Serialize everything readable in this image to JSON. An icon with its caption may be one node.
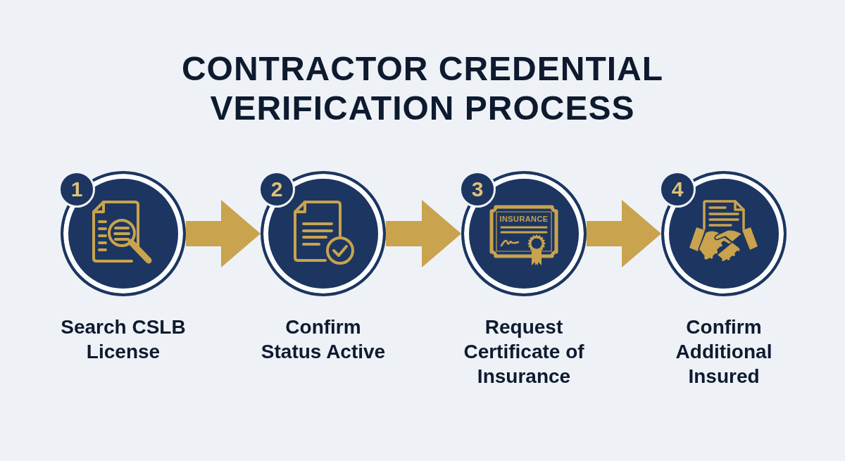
{
  "diagram": {
    "title": "CONTRACTOR CREDENTIAL VERIFICATION PROCESS",
    "nodes": [
      {
        "text": [
          "1",
          "Search CSLB License"
        ]
      },
      {
        "text": [
          "2",
          "Confirm Status Active"
        ]
      },
      {
        "text": [
          "3",
          "Request Certificate of Insurance"
        ]
      },
      {
        "text": [
          "4",
          "Confirm Additional Insured"
        ]
      }
    ],
    "edges": [
      {
        "from": 0,
        "to": 1,
        "arrow": "to"
      },
      {
        "from": 1,
        "to": 2,
        "arrow": "to"
      },
      {
        "from": 2,
        "to": 3,
        "arrow": "to"
      }
    ],
    "labels": [
      "INSURANCE"
    ]
  }
}
